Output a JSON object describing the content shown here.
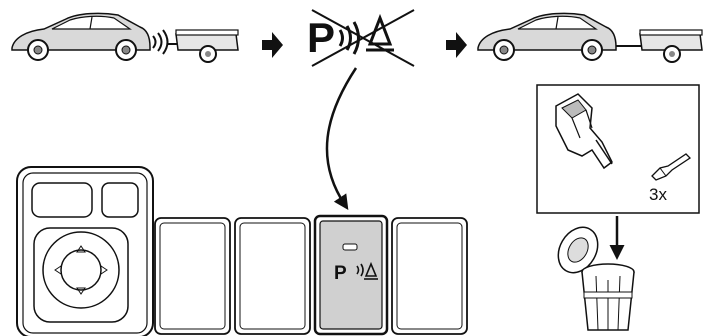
{
  "steps": {
    "step1": {
      "icon": "car-towing-trailer-sensor-warning"
    },
    "step2": {
      "icon": "parking-sensor-disabled"
    },
    "step3": {
      "icon": "car-towing-trailer-no-warning"
    }
  },
  "parts_box": {
    "connector_icon": "wiring-connector-icon",
    "terminal_icon": "terminal-pin-icon",
    "quantity_label": "3x"
  },
  "discard": {
    "icon": "trash-bin-icon"
  },
  "switch_panel": {
    "mirror_switch_icon": "mirror-adjust-switch-icon",
    "highlighted_switch_icon": "parking-sensor-switch-icon"
  },
  "colors": {
    "line": "#111111",
    "highlight_switch_fill": "#d0d0d0",
    "car_body": "#d9d9d9"
  }
}
